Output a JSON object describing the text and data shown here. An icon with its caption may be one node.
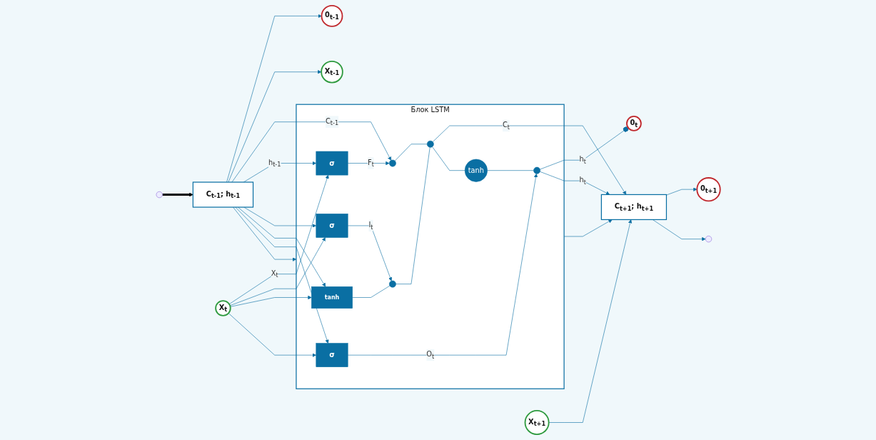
{
  "diagram": {
    "nodes": [
      {
        "text": [
          "0$_{t-1}$"
        ]
      },
      {
        "text": [
          "Блок LSTM"
        ]
      },
      {
        "text": [
          "0$_{t}$"
        ]
      },
      {
        "text": [
          "0$_{t+1}$"
        ]
      },
      {
        "text": [
          "C$_{t-1}$; h$_{t-1}$"
        ]
      },
      {
        "text": [],
        "shape": "circle",
        "in": 1
      },
      {
        "text": [],
        "shape": "circle",
        "in": 1
      },
      {
        "text": [],
        "shape": "circle",
        "in": 1
      },
      {
        "text": [
          "tanh"
        ],
        "in": 1
      },
      {
        "text": [],
        "shape": "circle",
        "in": 1
      },
      {
        "text": [
          "σ"
        ],
        "in": 1
      },
      {
        "text": [
          "σ"
        ],
        "in": 1
      },
      {
        "text": [
          "tanh"
        ],
        "in": 1
      },
      {
        "text": [
          "σ"
        ],
        "in": 1
      },
      {
        "text": [
          "C$_{t+1}$; h$_{t+1}$"
        ]
      },
      {
        "text": [
          "X$_{t-1}$"
        ]
      },
      {
        "text": [
          "X$_{t}$"
        ]
      },
      {
        "text": [
          "X$_{t+1}$"
        ]
      }
    ],
    "edges": [
      {
        "from": null,
        "to": 4,
        "arrow": "to",
        "style": "thick",
        "color": "#000000"
      },
      {
        "from": 4,
        "to": 0,
        "arrow": "to"
      },
      {
        "from": 4,
        "to": 15,
        "arrow": "to"
      },
      {
        "from": 4,
        "to": 5,
        "arrow": "to",
        "label": "C$_{t-1}$"
      },
      {
        "from": 4,
        "to": 1,
        "arrow": "to"
      },
      {
        "from": 4,
        "to": 10,
        "arrow": "to",
        "label": "h$_{t-1}$"
      },
      {
        "from": 4,
        "to": 11,
        "arrow": "to"
      },
      {
        "from": 4,
        "to": 12,
        "arrow": "to"
      },
      {
        "from": 4,
        "to": 13,
        "arrow": "to"
      },
      {
        "from": 16,
        "to": 10,
        "arrow": "to",
        "label": "X$_{t}$"
      },
      {
        "from": 16,
        "to": 11,
        "arrow": "to"
      },
      {
        "from": 16,
        "to": 12,
        "arrow": "to"
      },
      {
        "from": 16,
        "to": 13,
        "arrow": "to"
      },
      {
        "from": 10,
        "to": 5,
        "arrow": "to",
        "label": "F$_{t}$"
      },
      {
        "from": 11,
        "to": 7,
        "arrow": "to",
        "label": "I$_{t}$"
      },
      {
        "from": 12,
        "to": 7,
        "arrow": "none"
      },
      {
        "from": 5,
        "to": 6,
        "arrow": "none"
      },
      {
        "from": 7,
        "to": 6,
        "arrow": "none"
      },
      {
        "from": 6,
        "to": 14,
        "arrow": "to",
        "label": "C$_{t}$"
      },
      {
        "from": 6,
        "to": 8,
        "arrow": "none"
      },
      {
        "from": 8,
        "to": 9,
        "arrow": "none"
      },
      {
        "from": 13,
        "to": 9,
        "arrow": "to",
        "label": "O$_{t}$"
      },
      {
        "from": 9,
        "to": 2,
        "arrow": "other",
        "label": "h$_{t}$"
      },
      {
        "from": 9,
        "to": 14,
        "arrow": "to",
        "label": "h$_{t}$"
      },
      {
        "from": 1,
        "to": 14,
        "arrow": "to"
      },
      {
        "from": 14,
        "to": 3,
        "arrow": "to"
      },
      {
        "from": 17,
        "to": 14,
        "arrow": "to"
      },
      {
        "from": 14,
        "to": null,
        "arrow": "to"
      }
    ]
  }
}
